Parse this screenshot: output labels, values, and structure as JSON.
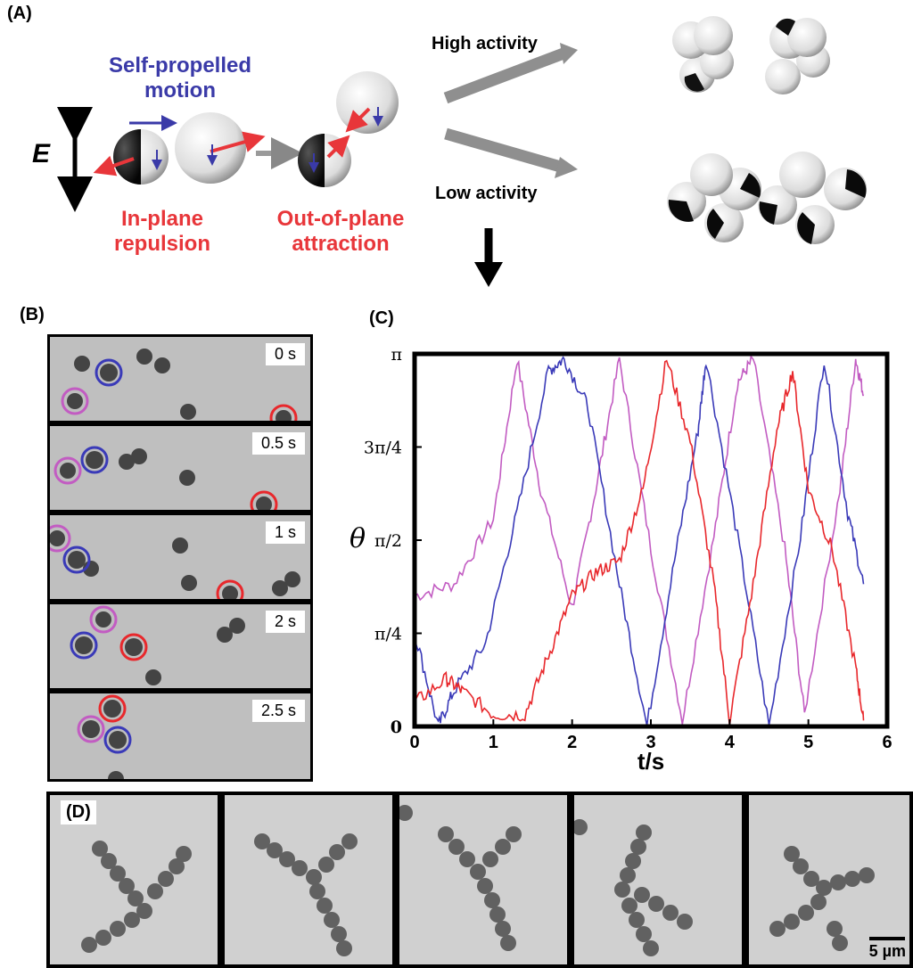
{
  "panel_labels": {
    "a": "(A)",
    "b": "(B)",
    "c": "(C)",
    "d": "(D)"
  },
  "panel_a": {
    "field_label": "E",
    "self_propelled": "Self-propelled motion",
    "self_propelled_1": "Self-propelled",
    "self_propelled_2": "motion",
    "in_plane_1": "In-plane",
    "in_plane_2": "repulsion",
    "out_plane_1": "Out-of-plane",
    "out_plane_2": "attraction",
    "high_activity": "High activity",
    "low_activity": "Low activity"
  },
  "panel_b": {
    "frames": [
      {
        "time": "0 s"
      },
      {
        "time": "0.5 s"
      },
      {
        "time": "1 s"
      },
      {
        "time": "2 s"
      },
      {
        "time": "2.5 s"
      }
    ]
  },
  "panel_d": {
    "scale_bar": "5 µm"
  },
  "colors": {
    "magenta": "#c25cc2",
    "blue": "#3a3ab8",
    "red": "#e8282c"
  },
  "chart_data": {
    "type": "line",
    "xlabel": "t/s",
    "ylabel": "θ",
    "xlim": [
      0,
      6
    ],
    "ylim": [
      0,
      3.1416
    ],
    "x_ticks": [
      "0",
      "1",
      "2",
      "3",
      "4",
      "5",
      "6"
    ],
    "y_ticks": [
      "0",
      "π/4",
      "π/2",
      "3π/4",
      "π"
    ],
    "series": [
      {
        "color": "#c25cc2",
        "points": [
          [
            0,
            1.1
          ],
          [
            0.5,
            1.2
          ],
          [
            1.0,
            1.75
          ],
          [
            1.3,
            3.1
          ],
          [
            1.6,
            2.0
          ],
          [
            2.0,
            1.0
          ],
          [
            2.3,
            2.0
          ],
          [
            2.6,
            3.1
          ],
          [
            3.0,
            1.5
          ],
          [
            3.4,
            0.05
          ],
          [
            3.8,
            1.6
          ],
          [
            4.1,
            2.9
          ],
          [
            4.3,
            3.1
          ],
          [
            4.7,
            1.5
          ],
          [
            4.95,
            0.1
          ],
          [
            5.4,
            2.0
          ],
          [
            5.6,
            3.1
          ],
          [
            5.7,
            2.8
          ]
        ]
      },
      {
        "color": "#3a3ab8",
        "points": [
          [
            0,
            0.8
          ],
          [
            0.3,
            0.0
          ],
          [
            0.5,
            0.3
          ],
          [
            0.9,
            0.7
          ],
          [
            1.3,
            1.8
          ],
          [
            1.7,
            3.0
          ],
          [
            1.9,
            3.1
          ],
          [
            2.2,
            2.7
          ],
          [
            2.6,
            1.2
          ],
          [
            2.95,
            0.0
          ],
          [
            3.3,
            1.4
          ],
          [
            3.6,
            2.5
          ],
          [
            3.7,
            3.1
          ],
          [
            4.1,
            1.6
          ],
          [
            4.5,
            0.0
          ],
          [
            4.9,
            1.6
          ],
          [
            5.2,
            3.1
          ],
          [
            5.5,
            1.8
          ],
          [
            5.7,
            1.2
          ]
        ]
      },
      {
        "color": "#e8282c",
        "points": [
          [
            0,
            0.2
          ],
          [
            0.4,
            0.4
          ],
          [
            0.6,
            0.3
          ],
          [
            1.0,
            0.1
          ],
          [
            1.4,
            0.1
          ],
          [
            1.7,
            0.6
          ],
          [
            2.0,
            1.1
          ],
          [
            2.3,
            1.3
          ],
          [
            2.6,
            1.4
          ],
          [
            2.9,
            2.0
          ],
          [
            3.2,
            3.1
          ],
          [
            3.5,
            2.4
          ],
          [
            3.8,
            1.2
          ],
          [
            4.0,
            0.05
          ],
          [
            4.3,
            1.2
          ],
          [
            4.6,
            2.5
          ],
          [
            4.8,
            3.0
          ],
          [
            5.0,
            2.0
          ],
          [
            5.3,
            1.5
          ],
          [
            5.6,
            0.5
          ],
          [
            5.7,
            0.05
          ]
        ]
      }
    ]
  }
}
